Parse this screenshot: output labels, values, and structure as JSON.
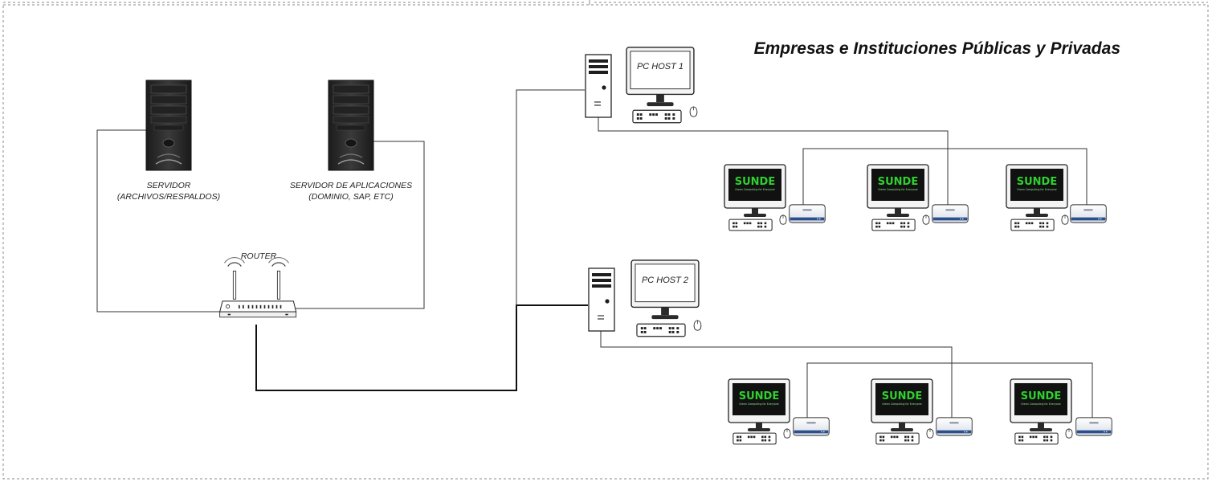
{
  "title": "Empresas e Instituciones Públicas y Privadas",
  "servers": {
    "file_server": {
      "label_line1": "SERVIDOR",
      "label_line2": "(ARCHIVOS/RESPALDOS)"
    },
    "app_server": {
      "label_line1": "SERVIDOR DE APLICACIONES",
      "label_line2": "(DOMINIO, SAP, ETC)"
    }
  },
  "router": {
    "label": "ROUTER"
  },
  "hosts": [
    {
      "label": "PC HOST 1",
      "terminals": 3
    },
    {
      "label": "PC HOST 2",
      "terminals": 3
    }
  ],
  "terminal_screen": {
    "logo": "SUNDE",
    "tagline": "Green Computing for Everyone",
    "logo_color": "#2fd02f",
    "screen_color": "#111111"
  },
  "colors": {
    "border": "#888888",
    "wire": "#333333",
    "tower_dark": "#2b2b2b",
    "access_device_accent": "#2a4f8c"
  },
  "icons": [
    "server-tower-icon",
    "wifi-router-icon",
    "desktop-tower-icon",
    "monitor-icon",
    "keyboard-icon",
    "mouse-icon",
    "thin-client-device-icon"
  ]
}
